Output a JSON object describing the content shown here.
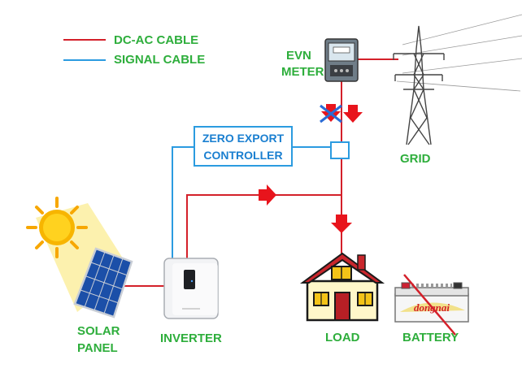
{
  "legend": {
    "dc_ac": {
      "label": "DC-AC CABLE",
      "color": "#d4202a"
    },
    "signal": {
      "label": "SIGNAL CABLE",
      "color": "#2b9be0"
    }
  },
  "labels": {
    "meter_line1": "EVN",
    "meter_line2": "METER",
    "controller_line1": "ZERO EXPORT",
    "controller_line2": "CONTROLLER",
    "grid": "GRID",
    "solar_line1": "SOLAR",
    "solar_line2": "PANEL",
    "inverter": "INVERTER",
    "load": "LOAD",
    "battery": "BATTERY",
    "battery_brand": "dongnai"
  },
  "colors": {
    "label_green": "#2eae3c",
    "label_blue": "#1a7fd0",
    "cable_red": "#d4202a",
    "signal_blue": "#2b9be0",
    "arrow_red": "#e8141c"
  }
}
